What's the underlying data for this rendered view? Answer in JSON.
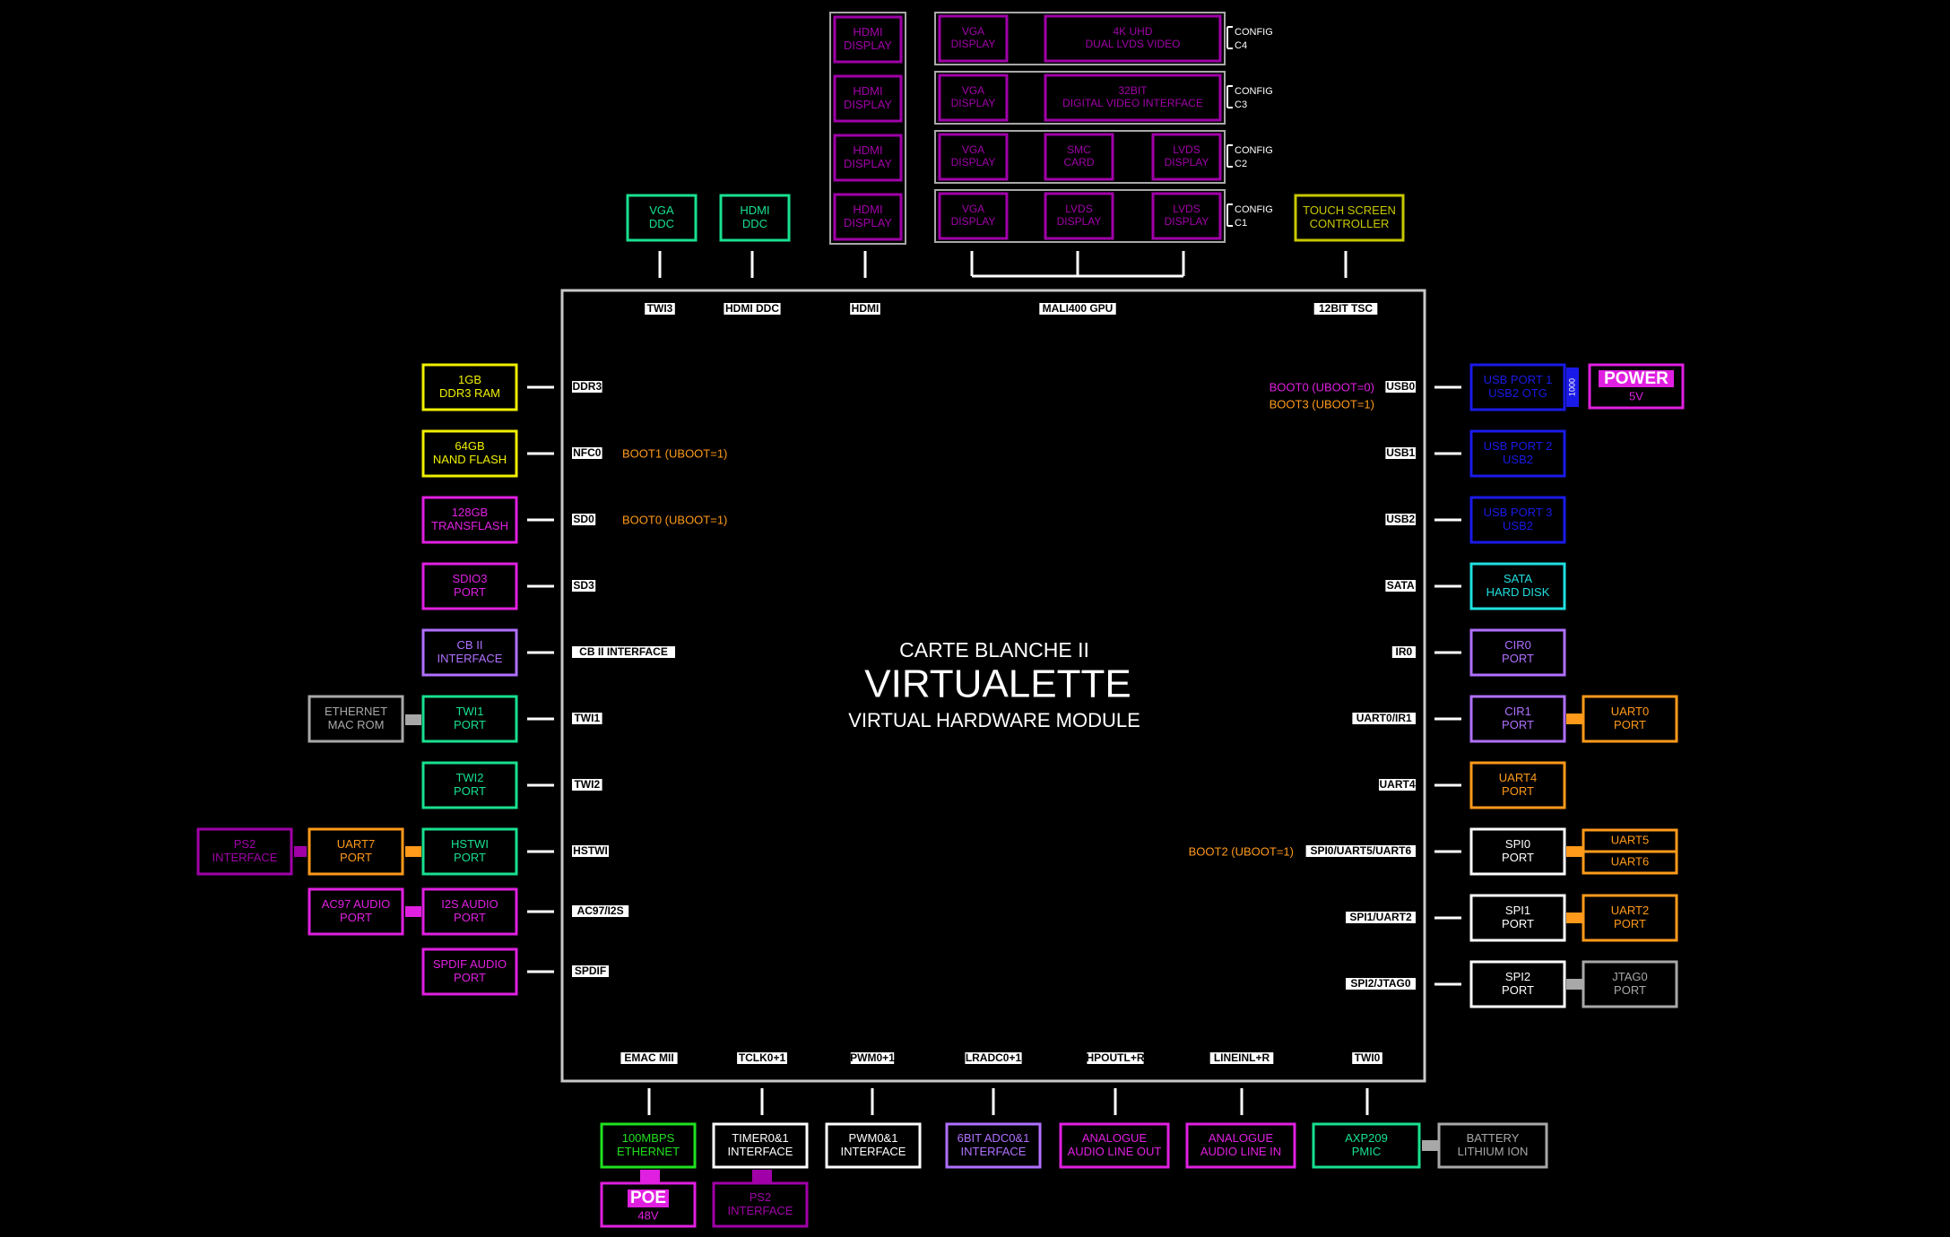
{
  "colors": {
    "background": "#000000",
    "frame": "#c8c8c8",
    "white": "#ffffff",
    "magenta": "#e020e0",
    "purple": "#a000a8",
    "yellow": "#f0f000",
    "green": "#18e090",
    "bright_green": "#20e020",
    "lavender": "#b070ff",
    "orange": "#ff9a1a",
    "blue": "#1a1ae8",
    "cyan": "#20e0e0",
    "gray": "#a8a8a8",
    "olive": "#c8c800",
    "port_label_bg": "#ffffff",
    "port_label_text": "#000000"
  },
  "title": {
    "line1": "CARTE BLANCHE II",
    "line2": "VIRTUALETTE",
    "line3": "VIRTUAL HARDWARE MODULE"
  },
  "top_ports": [
    "TWI3",
    "HDMI DDC",
    "HDMI",
    "MALI400 GPU",
    "12BIT TSC"
  ],
  "left_ports": [
    "DDR3",
    "NFC0",
    "SD0",
    "SD3",
    "CB II INTERFACE",
    "TWI1",
    "TWI2",
    "HSTWI",
    "AC97/I2S",
    "SPDIF"
  ],
  "right_ports": [
    "USB0",
    "USB1",
    "USB2",
    "SATA",
    "IR0",
    "UART0/IR1",
    "UART4",
    "SPI0/UART5/UART6",
    "SPI1/UART2",
    "SPI2/JTAG0"
  ],
  "bottom_ports": [
    "EMAC MII",
    "TCLK0+1",
    "PWM0+1",
    "LRADC0+1",
    "HPOUTL+R",
    "LINEINL+R",
    "TWI0"
  ],
  "boot_notes": [
    {
      "text": "BOOT1 (UBOOT=1)",
      "color": "orange"
    },
    {
      "text": "BOOT0 (UBOOT=1)",
      "color": "orange"
    },
    {
      "text": "BOOT0 (UBOOT=0)",
      "color": "magenta"
    },
    {
      "text": "BOOT3 (UBOOT=1)",
      "color": "orange"
    },
    {
      "text": "BOOT2 (UBOOT=1)",
      "color": "orange"
    }
  ],
  "top_devices": [
    {
      "lines": [
        "VGA",
        "DDC"
      ],
      "color": "green"
    },
    {
      "lines": [
        "HDMI",
        "DDC"
      ],
      "color": "green"
    },
    {
      "lines": [
        "TOUCH SCREEN",
        "CONTROLLER"
      ],
      "color": "olive"
    }
  ],
  "hdmi_column": [
    {
      "lines": [
        "HDMI",
        "DISPLAY"
      ],
      "color": "purple"
    },
    {
      "lines": [
        "HDMI",
        "DISPLAY"
      ],
      "color": "purple"
    },
    {
      "lines": [
        "HDMI",
        "DISPLAY"
      ],
      "color": "purple"
    },
    {
      "lines": [
        "HDMI",
        "DISPLAY"
      ],
      "color": "purple"
    }
  ],
  "gpu_configs": [
    {
      "label": [
        "CONFIG",
        "C4"
      ],
      "boxes": [
        {
          "lines": [
            "VGA",
            "DISPLAY"
          ]
        },
        {
          "lines": [
            "4K UHD",
            "DUAL LVDS VIDEO"
          ]
        }
      ]
    },
    {
      "label": [
        "CONFIG",
        "C3"
      ],
      "boxes": [
        {
          "lines": [
            "VGA",
            "DISPLAY"
          ]
        },
        {
          "lines": [
            "32BIT",
            "DIGITAL VIDEO INTERFACE"
          ]
        }
      ]
    },
    {
      "label": [
        "CONFIG",
        "C2"
      ],
      "boxes": [
        {
          "lines": [
            "VGA",
            "DISPLAY"
          ]
        },
        {
          "lines": [
            "SMC",
            "CARD"
          ]
        },
        {
          "lines": [
            "LVDS",
            "DISPLAY"
          ]
        }
      ]
    },
    {
      "label": [
        "CONFIG",
        "C1"
      ],
      "boxes": [
        {
          "lines": [
            "VGA",
            "DISPLAY"
          ]
        },
        {
          "lines": [
            "LVDS",
            "DISPLAY"
          ]
        },
        {
          "lines": [
            "LVDS",
            "DISPLAY"
          ]
        }
      ]
    }
  ],
  "left_devices": [
    {
      "lines": [
        "1GB",
        "DDR3 RAM"
      ],
      "color": "yellow"
    },
    {
      "lines": [
        "64GB",
        "NAND FLASH"
      ],
      "color": "yellow"
    },
    {
      "lines": [
        "128GB",
        "TRANSFLASH"
      ],
      "color": "magenta"
    },
    {
      "lines": [
        "SDIO3",
        "PORT"
      ],
      "color": "magenta"
    },
    {
      "lines": [
        "CB II",
        "INTERFACE"
      ],
      "color": "lavender"
    },
    {
      "lines": [
        "TWI1",
        "PORT"
      ],
      "color": "green"
    },
    {
      "lines": [
        "TWI2",
        "PORT"
      ],
      "color": "green"
    },
    {
      "lines": [
        "HSTWI",
        "PORT"
      ],
      "color": "green"
    },
    {
      "lines": [
        "I2S AUDIO",
        "PORT"
      ],
      "color": "magenta"
    },
    {
      "lines": [
        "SPDIF AUDIO",
        "PORT"
      ],
      "color": "magenta"
    }
  ],
  "left_extras": [
    {
      "lines": [
        "ETHERNET",
        "MAC ROM"
      ],
      "color": "gray"
    },
    {
      "lines": [
        "UART7",
        "PORT"
      ],
      "color": "orange"
    },
    {
      "lines": [
        "PS2",
        "INTERFACE"
      ],
      "color": "purple"
    },
    {
      "lines": [
        "AC97 AUDIO",
        "PORT"
      ],
      "color": "magenta"
    }
  ],
  "right_devices": [
    {
      "lines": [
        "USB PORT 1",
        "USB2 OTG"
      ],
      "color": "blue"
    },
    {
      "lines": [
        "USB PORT 2",
        "USB2"
      ],
      "color": "blue"
    },
    {
      "lines": [
        "USB PORT 3",
        "USB2"
      ],
      "color": "blue"
    },
    {
      "lines": [
        "SATA",
        "HARD DISK"
      ],
      "color": "cyan"
    },
    {
      "lines": [
        "CIR0",
        "PORT"
      ],
      "color": "lavender"
    },
    {
      "lines": [
        "CIR1",
        "PORT"
      ],
      "color": "lavender"
    },
    {
      "lines": [
        "UART4",
        "PORT"
      ],
      "color": "orange"
    },
    {
      "lines": [
        "SPI0",
        "PORT"
      ],
      "color": "white"
    },
    {
      "lines": [
        "SPI1",
        "PORT"
      ],
      "color": "white"
    },
    {
      "lines": [
        "SPI2",
        "PORT"
      ],
      "color": "white"
    }
  ],
  "right_extras": [
    {
      "lines": [
        "UART0",
        "PORT"
      ],
      "color": "orange"
    },
    {
      "lines": [
        "UART5"
      ],
      "color": "orange"
    },
    {
      "lines": [
        "UART6"
      ],
      "color": "orange"
    },
    {
      "lines": [
        "UART2",
        "PORT"
      ],
      "color": "orange"
    },
    {
      "lines": [
        "JTAG0",
        "PORT"
      ],
      "color": "gray"
    }
  ],
  "usb_connector_label": "1000",
  "power": {
    "title": "POWER",
    "sub": "5V"
  },
  "bottom_devices": [
    {
      "lines": [
        "100MBPS",
        "ETHERNET"
      ],
      "color": "bright_green"
    },
    {
      "lines": [
        "TIMER0&1",
        "INTERFACE"
      ],
      "color": "white"
    },
    {
      "lines": [
        "PWM0&1",
        "INTERFACE"
      ],
      "color": "white"
    },
    {
      "lines": [
        "6BIT ADC0&1",
        "INTERFACE"
      ],
      "color": "lavender"
    },
    {
      "lines": [
        "ANALOGUE",
        "AUDIO LINE OUT"
      ],
      "color": "magenta"
    },
    {
      "lines": [
        "ANALOGUE",
        "AUDIO LINE IN"
      ],
      "color": "magenta"
    },
    {
      "lines": [
        "AXP209",
        "PMIC"
      ],
      "color": "green"
    }
  ],
  "bottom_extras": [
    {
      "lines": [
        "BATTERY",
        "LITHIUM ION"
      ],
      "color": "gray"
    },
    {
      "lines": [
        "PS2",
        "INTERFACE"
      ],
      "color": "purple"
    }
  ],
  "poe": {
    "title": "POE",
    "sub": "48V"
  }
}
